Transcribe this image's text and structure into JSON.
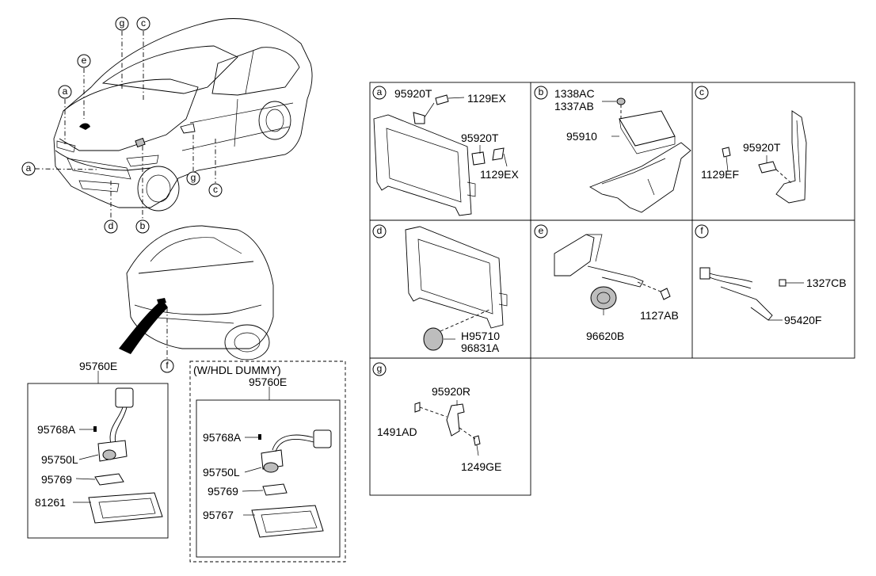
{
  "callouts": {
    "a": "a",
    "b": "b",
    "c": "c",
    "d": "d",
    "e": "e",
    "f": "f",
    "g": "g"
  },
  "panels": {
    "a": {
      "parts": [
        "95920T",
        "1129EX",
        "95920T",
        "1129EX"
      ]
    },
    "b": {
      "parts": [
        "1338AC",
        "1337AB",
        "95910"
      ]
    },
    "c": {
      "parts": [
        "95920T",
        "1129EF"
      ]
    },
    "d": {
      "parts": [
        "H95710",
        "96831A"
      ]
    },
    "e": {
      "parts": [
        "1127AB",
        "96620B"
      ]
    },
    "f": {
      "parts": [
        "1327CB",
        "95420F"
      ]
    },
    "g": {
      "parts": [
        "95920R",
        "1491AD",
        "1249GE"
      ]
    }
  },
  "camera_std": {
    "assembly": "95760E",
    "parts": [
      "95768A",
      "95750L",
      "95769",
      "81261"
    ]
  },
  "camera_hdl": {
    "variant": "(W/HDL DUMMY)",
    "assembly": "95760E",
    "parts": [
      "95768A",
      "95750L",
      "95769",
      "95767"
    ]
  },
  "colors": {
    "line": "#000000",
    "background": "#ffffff",
    "shade": "#bdbdbd"
  }
}
